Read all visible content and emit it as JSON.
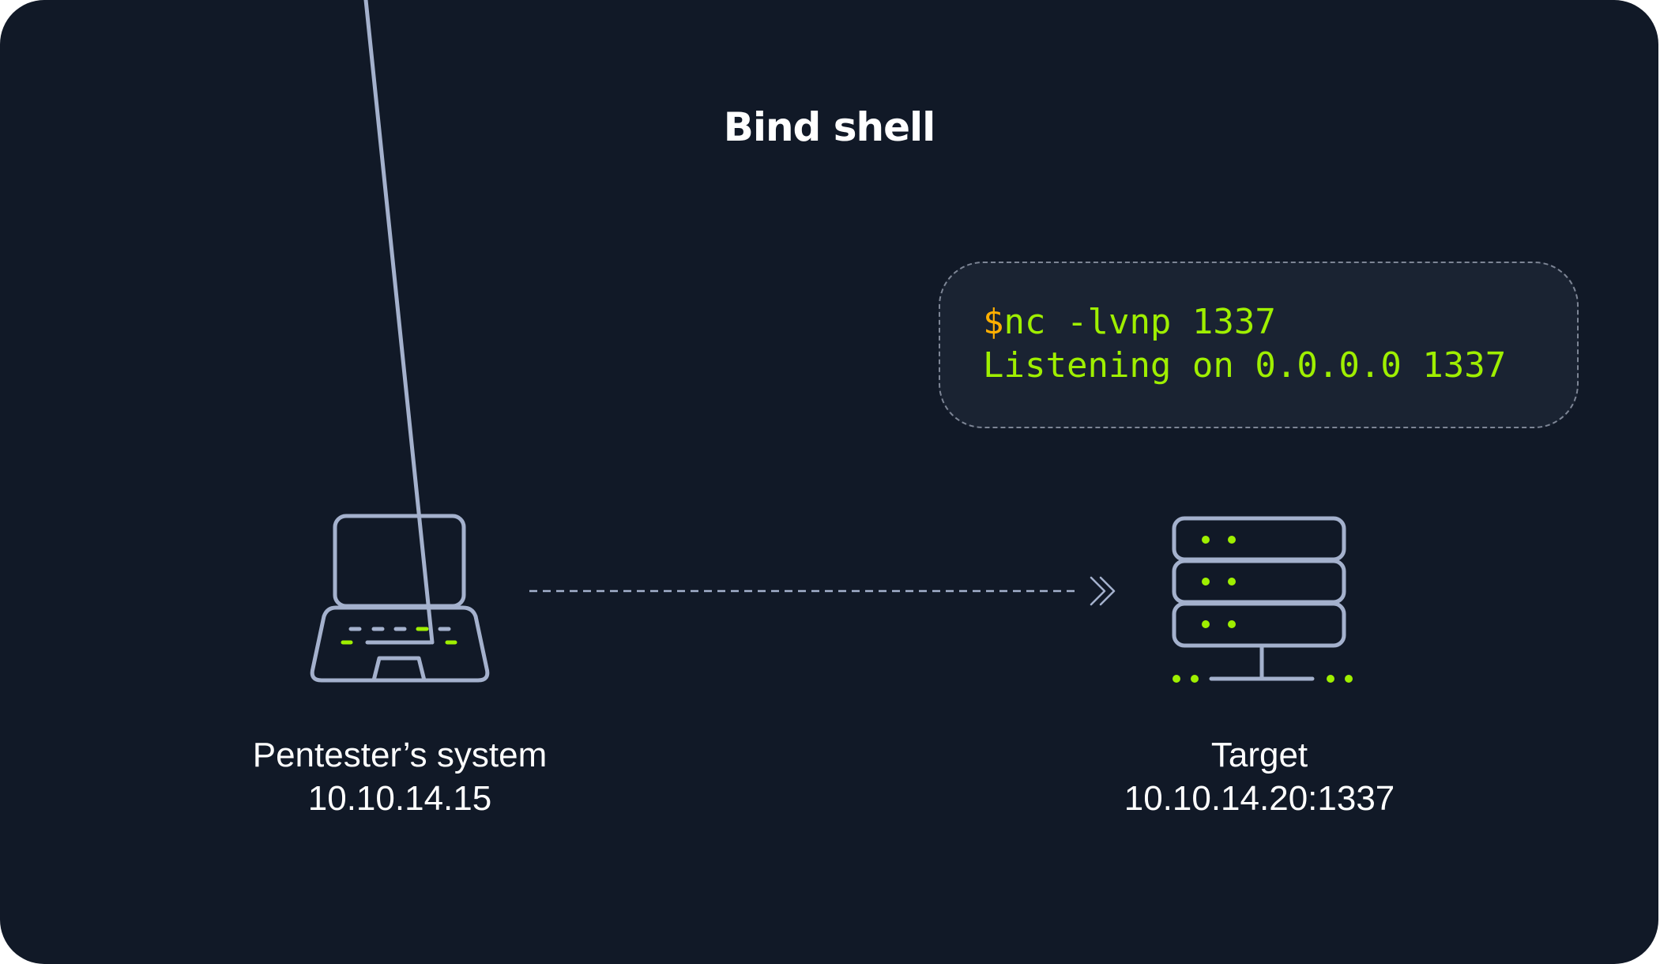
{
  "title": "Bind shell",
  "terminal": {
    "prompt_symbol": "$",
    "command": "nc -lvnp 1337",
    "output": "Listening on 0.0.0.0 1337"
  },
  "nodes": [
    {
      "role": "laptop-icon",
      "name": "Pentester’s system",
      "address": "10.10.14.15"
    },
    {
      "role": "server-icon",
      "name": "Target",
      "address": "10.10.14.20:1337"
    }
  ],
  "colors": {
    "background": "#111927",
    "icon_stroke": "#a4b1cd",
    "accent_green": "#9fef00",
    "prompt_orange": "#ffaf00",
    "text": "#ffffff"
  }
}
